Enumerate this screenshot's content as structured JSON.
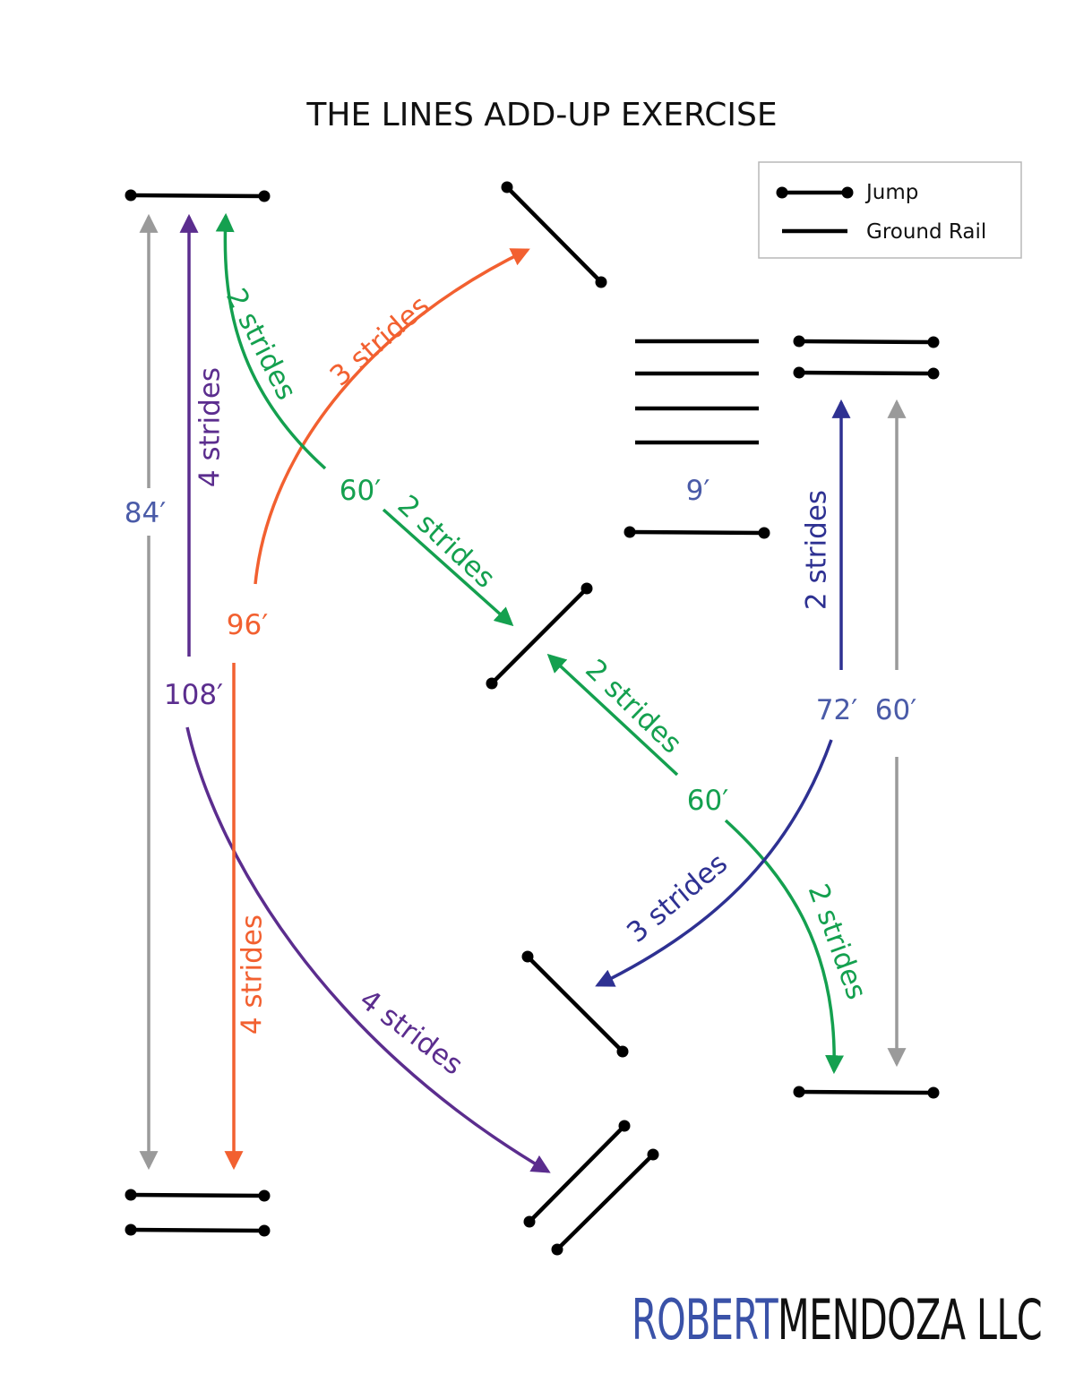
{
  "title": "THE LINES ADD-UP EXERCISE",
  "legend": {
    "jump": "Jump",
    "ground_rail": "Ground Rail"
  },
  "brand": {
    "first": "ROBERT",
    "last": "MENDOZA LLC"
  },
  "colors": {
    "obstacle": "#000000",
    "green": "#14a04f",
    "orange": "#f26030",
    "purple": "#5b2d8e",
    "navy": "#2e3192",
    "blue": "#4a5ba8",
    "gray": "#9a9a9a",
    "brand_blue": "#3a52a8",
    "brand_dark": "#111111"
  },
  "labels": {
    "green_top_strides": "2 strides",
    "green_top_distance": "60′",
    "green_diag_strides": "2 strides",
    "orange_arc_strides": "3 strides",
    "orange_distance": "96′",
    "orange_down_strides": "4 strides",
    "purple_up_strides": "4 strides",
    "purple_distance": "108′",
    "purple_arc_strides": "4 strides",
    "gray_left_distance": "84′",
    "rails_distance": "9′",
    "navy_up_strides": "2 strides",
    "navy_distance": "72′",
    "gray_right_distance": "60′",
    "green_mid_strides": "2 strides",
    "green_mid_distance": "60′",
    "navy_arc_strides": "3 strides",
    "green_arc_strides": "2 strides"
  }
}
